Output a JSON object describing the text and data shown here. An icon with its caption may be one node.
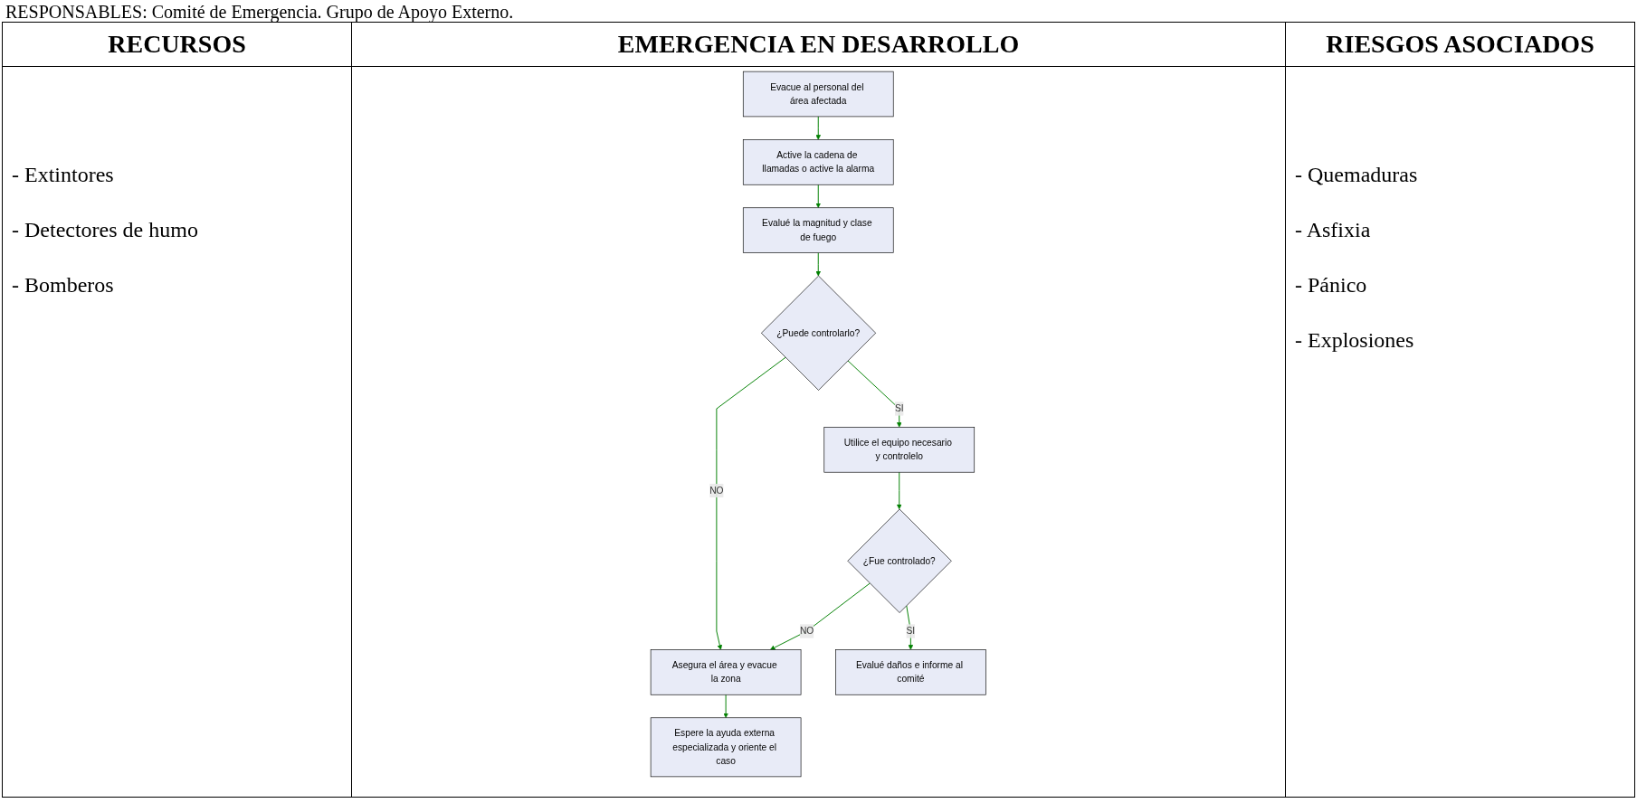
{
  "diagram": {
    "nodes": [
      {
        "text": [
          "Evacue al personal del área afectada"
        ]
      },
      {
        "text": [
          "Active la cadena de llamadas o active la alarma"
        ]
      },
      {
        "text": [
          "Evalué la magnitud y clase de fuego"
        ]
      },
      {
        "text": [
          "¿Puede controlarlo?"
        ]
      },
      {
        "text": [
          "Utilice el equipo necesario y controlelo"
        ]
      },
      {
        "text": [
          "Asegura el área y evacue la zona"
        ]
      },
      {
        "text": [
          "¿Fue controlado?"
        ]
      },
      {
        "text": [
          "Evalué daños e informe al comité"
        ]
      },
      {
        "text": [
          "Espere la ayuda externa especializada y oriente el caso"
        ]
      }
    ],
    "edges": [
      {
        "from": 0,
        "to": 1,
        "arrow": "to"
      },
      {
        "from": 1,
        "to": 2,
        "arrow": "to"
      },
      {
        "from": 2,
        "to": 3,
        "arrow": "to"
      },
      {
        "from": 3,
        "to": 4,
        "label": "SI",
        "arrow": "to"
      },
      {
        "from": 3,
        "to": 5,
        "label": "NO",
        "arrow": "to"
      },
      {
        "from": 4,
        "to": 6,
        "arrow": "to"
      },
      {
        "from": 6,
        "to": 5,
        "label": "NO",
        "arrow": "to"
      },
      {
        "from": 6,
        "to": 7,
        "label": "SI",
        "arrow": "to"
      },
      {
        "from": 5,
        "to": 8,
        "arrow": "to"
      }
    ],
    "labels": [
      "RESPONSABLES: Comité de Emergencia. Grupo de Apoyo Externo.",
      "RECURSOS",
      "EMERGENCIA EN DESARROLLO",
      "RIESGOS ASOCIADOS",
      "- Extintores",
      "- Detectores de humo",
      "- Bomberos",
      "- Quemaduras",
      "- Asfixia",
      "- Pánico",
      "- Explosiones"
    ]
  }
}
